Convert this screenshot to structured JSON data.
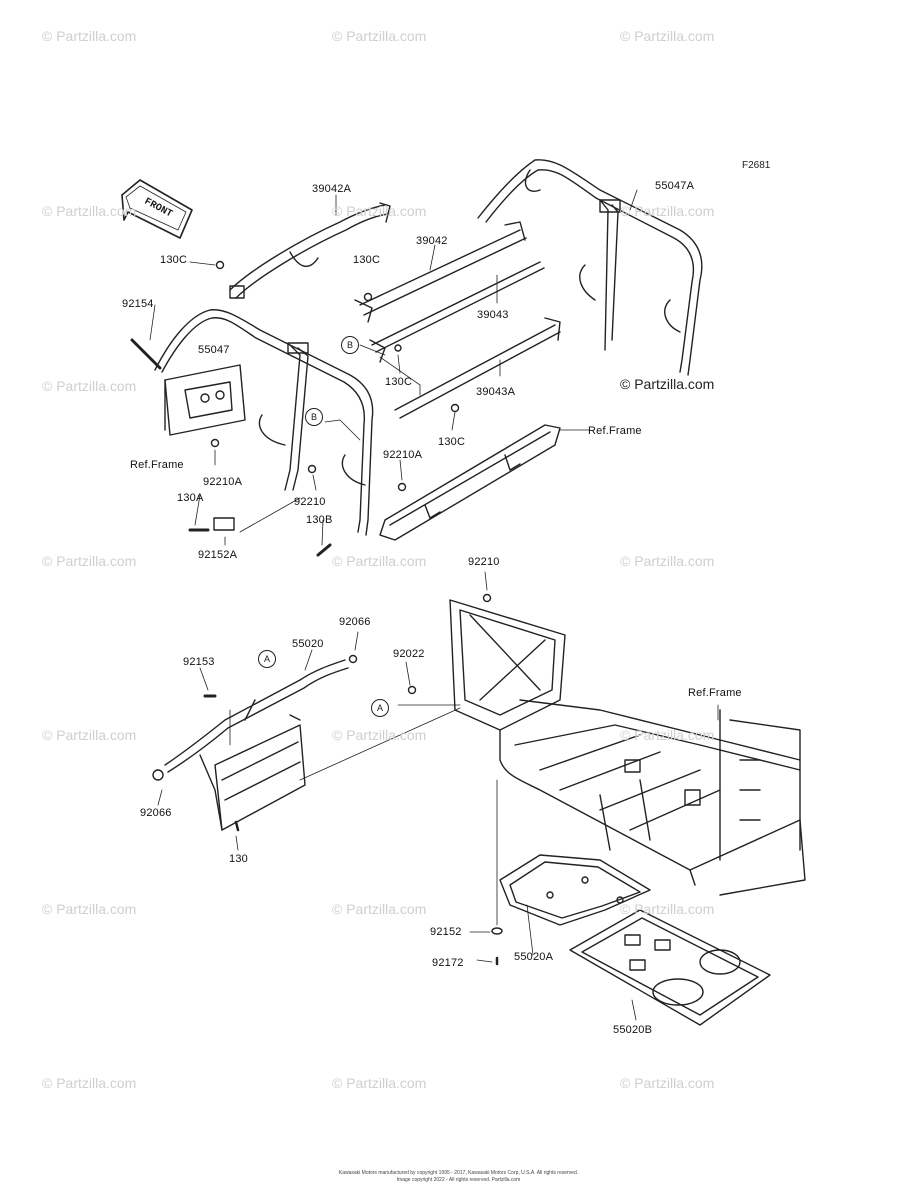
{
  "figure_code": "F2681",
  "watermark_text": "© Partzilla.com",
  "brand_watermark": "© Partzilla.com",
  "front_label": "FRONT",
  "callouts": {
    "a": "A",
    "b": "B"
  },
  "parts": {
    "p39042A": "39042A",
    "p130C_1": "130C",
    "p130C_2": "130C",
    "p130C_3": "130C",
    "p130C_4": "130C",
    "p39042": "39042",
    "p39043": "39043",
    "p39043A": "39043A",
    "p55047A": "55047A",
    "p92154": "92154",
    "p55047": "55047",
    "p92210A_1": "92210A",
    "p92210A_2": "92210A",
    "p130A": "130A",
    "p92210_1": "92210",
    "p130B": "130B",
    "p92152A": "92152A",
    "p92210_2": "92210",
    "p92066_1": "92066",
    "p92153": "92153",
    "p55020": "55020",
    "p92022": "92022",
    "p92066_2": "92066",
    "p130": "130",
    "p92152": "92152",
    "p92172": "92172",
    "p55020A": "55020A",
    "p55020B": "55020B",
    "ref_frame_1": "Ref.Frame",
    "ref_frame_2": "Ref.Frame",
    "ref_frame_3": "Ref.Frame"
  },
  "footer": {
    "line1": "Kawasaki Motors manufactured by copyright 1995 - 2017, Kawasaki Motors Corp, U.S.A. All rights reserved.",
    "line2": "Image copyright 2022 - All rights reserved. Partzilla.com"
  }
}
